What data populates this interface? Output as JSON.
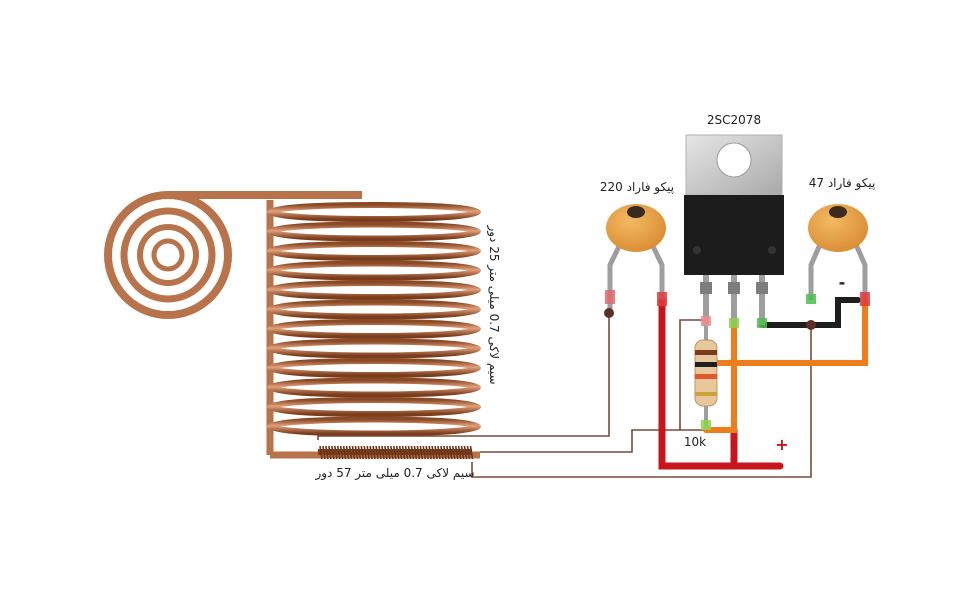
{
  "labels": {
    "transistor": "2SC2078",
    "cap_left": "220 پیکو فاراد",
    "cap_right": "47 پیکو فاراد",
    "resistor": "10k",
    "plus": "+",
    "minus": "-",
    "coil_big": "سیم لاکی 0.7 میلی متر 25 دور",
    "coil_small": "سیم لاکی 0.7 میلی متر 57 دور"
  },
  "colors": {
    "copper": "#c07a4f",
    "copper_dark": "#7b3f20",
    "wire_red": "#c8161d",
    "wire_orange": "#f07d1c",
    "wire_black": "#1e1e1e",
    "wire_gray": "#9e9e9e",
    "capacitor": "#e9a046",
    "transistor_body": "#1c1c1c",
    "transistor_tab": "#cfcfcf"
  }
}
